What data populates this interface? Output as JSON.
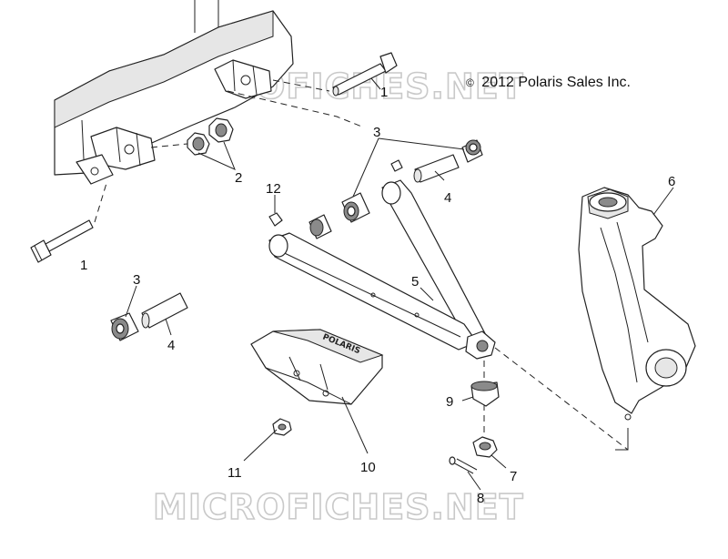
{
  "copyright": {
    "symbol": "©",
    "text": "2012 Polaris Sales Inc."
  },
  "watermark": {
    "text": "MICROFICHES.NET"
  },
  "callouts": [
    {
      "id": "c1a",
      "label": "1"
    },
    {
      "id": "c1b",
      "label": "1"
    },
    {
      "id": "c2",
      "label": "2"
    },
    {
      "id": "c3a",
      "label": "3"
    },
    {
      "id": "c3b",
      "label": "3"
    },
    {
      "id": "c4a",
      "label": "4"
    },
    {
      "id": "c4b",
      "label": "4"
    },
    {
      "id": "c5",
      "label": "5"
    },
    {
      "id": "c6",
      "label": "6"
    },
    {
      "id": "c7",
      "label": "7"
    },
    {
      "id": "c8",
      "label": "8"
    },
    {
      "id": "c9",
      "label": "9"
    },
    {
      "id": "c10",
      "label": "10"
    },
    {
      "id": "c11",
      "label": "11"
    },
    {
      "id": "c12",
      "label": "12"
    }
  ],
  "guard_logo": {
    "text": "POLARIS"
  }
}
